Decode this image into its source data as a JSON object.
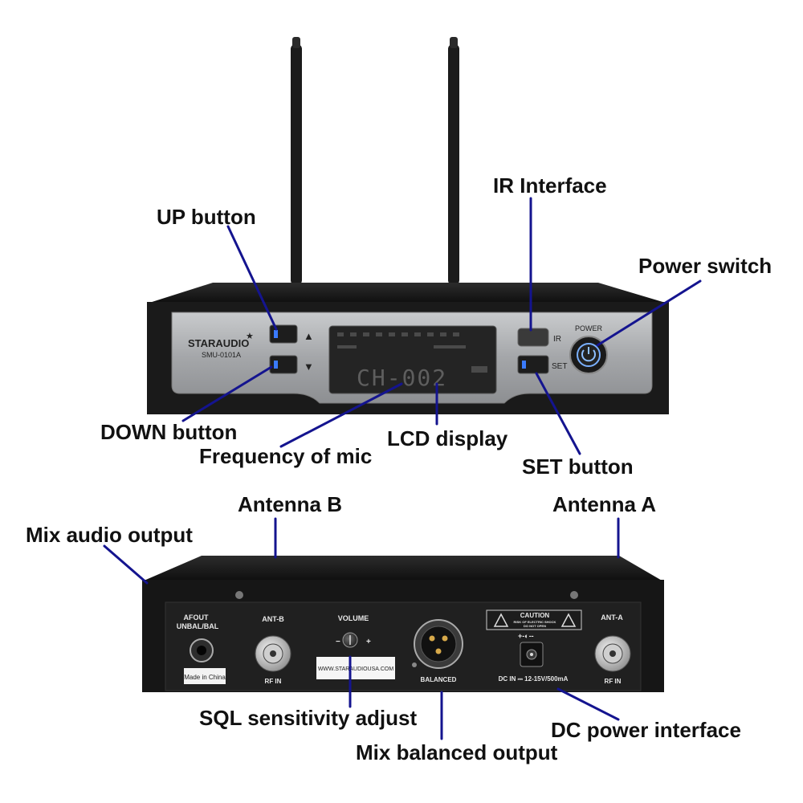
{
  "colors": {
    "leader": "#14148f",
    "chassis": "#1c1c1c",
    "faceplate": "#a9abad",
    "lcd": "#2b2b2b",
    "button_led": "#3a7bff"
  },
  "front": {
    "brand": "STARAUDIO",
    "model": "SMU-0101A",
    "ir_text": "IR",
    "set_text": "SET",
    "power_text": "POWER",
    "up_arrow": "▲",
    "down_arrow": "▼",
    "lcd_text": "CH-002"
  },
  "rear": {
    "afout_line1": "AFOUT",
    "afout_line2": "UNBAL/BAL",
    "made_in": "Made in China",
    "ant_b": "ANT-B",
    "rf_in_b": "RF IN",
    "volume": "VOLUME",
    "vol_minus": "−",
    "vol_plus": "+",
    "website": "WWW.STARAUDIOUSA.COM",
    "balanced": "BALANCED",
    "caution_title": "CAUTION",
    "caution_line1": "RISK OF ELECTRIC SHOCK",
    "caution_line2": "DO NOT OPEN",
    "dc_in": "DC IN ⎓ 12-15V/500mA",
    "ant_a": "ANT-A",
    "rf_in_a": "RF IN"
  },
  "labels": {
    "up_button": "UP button",
    "ir_interface": "IR Interface",
    "power_switch": "Power switch",
    "down_button": "DOWN button",
    "lcd_display": "LCD display",
    "frequency_of_mic": "Frequency of mic",
    "set_button": "SET button",
    "antenna_b": "Antenna B",
    "antenna_a": "Antenna A",
    "mix_audio_output": "Mix audio output",
    "sql_sensitivity_adjust": "SQL sensitivity adjust",
    "dc_power_interface": "DC power interface",
    "mix_balanced_output": "Mix balanced output"
  }
}
